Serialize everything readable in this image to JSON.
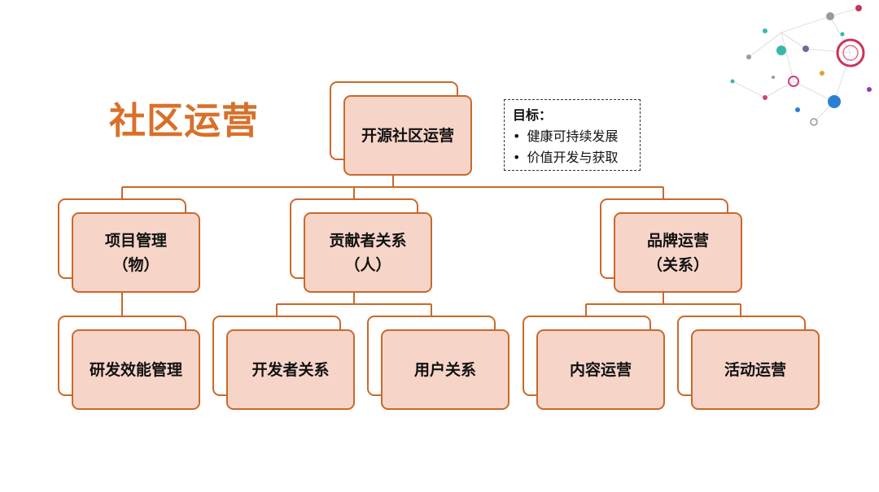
{
  "title": "社区运营",
  "root": {
    "label": "开源社区运营"
  },
  "goal": {
    "heading": "目标：",
    "items": [
      "健康可持续发展",
      "价值开发与获取"
    ]
  },
  "level1": [
    {
      "line1": "项目管理",
      "line2": "（物）"
    },
    {
      "line1": "贡献者关系",
      "line2": "（人）"
    },
    {
      "line1": "品牌运营",
      "line2": "（关系）"
    }
  ],
  "level2": [
    {
      "label": "研发效能管理"
    },
    {
      "label": "开发者关系"
    },
    {
      "label": "用户关系"
    },
    {
      "label": "内容运营"
    },
    {
      "label": "活动运营"
    }
  ],
  "colors": {
    "accent": "#D9702A",
    "border": "#C9692B",
    "fill": "#F6D5C8",
    "line": "#C9692B"
  }
}
